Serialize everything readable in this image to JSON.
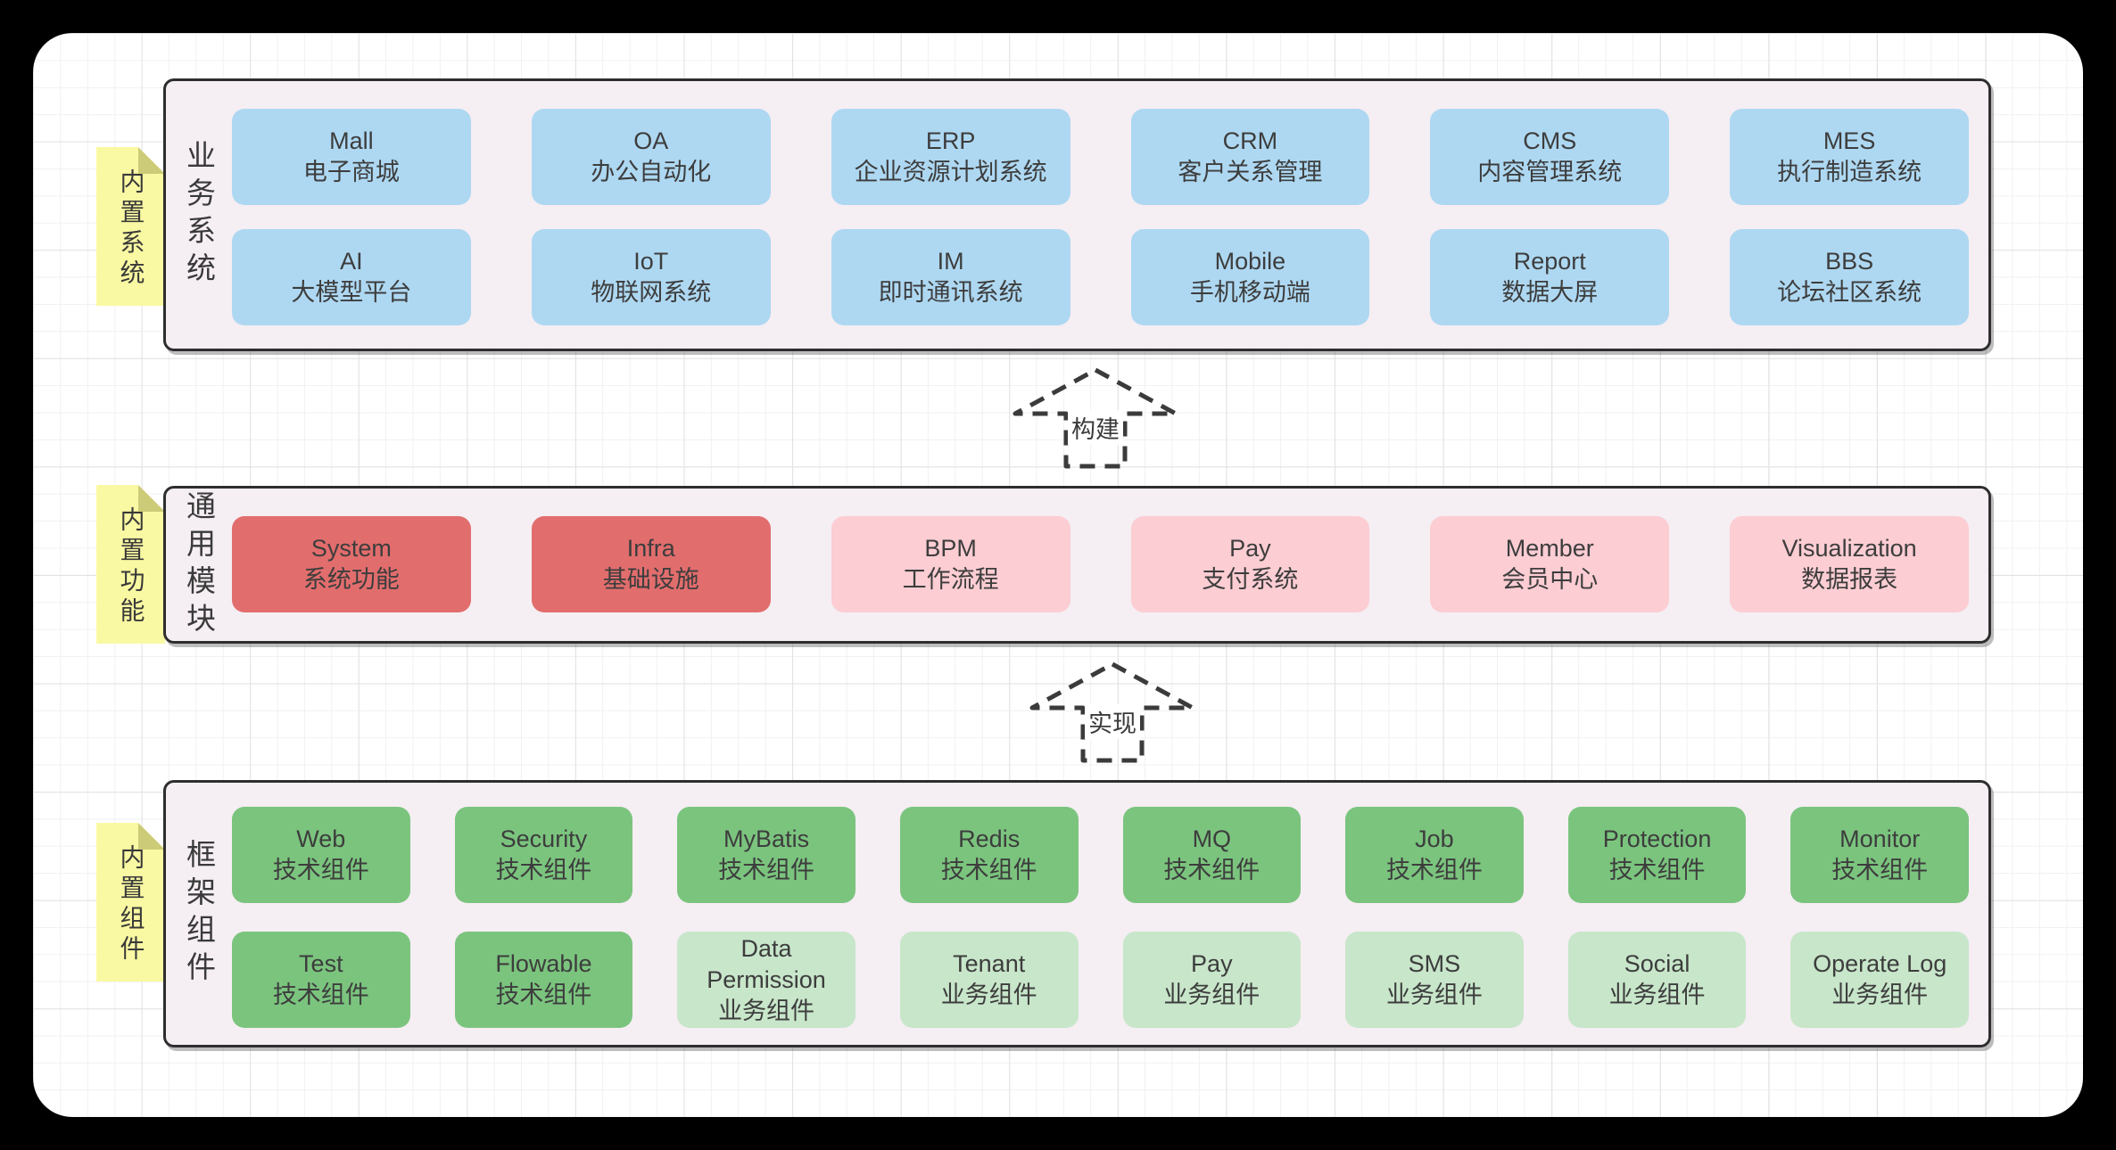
{
  "palette": {
    "blue": "#aed8f2",
    "red-dark": "#e26d6d",
    "red-light": "#fccdd3",
    "green-dark": "#7bc47e",
    "green-light": "#c8e6ca",
    "tab-yellow": "#faf9a3",
    "tab-fold": "#cccb77",
    "panel-bg": "#f5eef3",
    "panel-border": "#2e2e2e",
    "text": "#3d3d3d"
  },
  "arrows": [
    {
      "label": "构建"
    },
    {
      "label": "实现"
    }
  ],
  "sections": [
    {
      "id": "business-systems",
      "tab": "内置系统",
      "label": "业务系统",
      "columns": 6,
      "items": [
        {
          "en": "Mall",
          "zh": "电子商城",
          "variant": "blue"
        },
        {
          "en": "OA",
          "zh": "办公自动化",
          "variant": "blue"
        },
        {
          "en": "ERP",
          "zh": "企业资源计划系统",
          "variant": "blue"
        },
        {
          "en": "CRM",
          "zh": "客户关系管理",
          "variant": "blue"
        },
        {
          "en": "CMS",
          "zh": "内容管理系统",
          "variant": "blue"
        },
        {
          "en": "MES",
          "zh": "执行制造系统",
          "variant": "blue"
        },
        {
          "en": "AI",
          "zh": "大模型平台",
          "variant": "blue"
        },
        {
          "en": "IoT",
          "zh": "物联网系统",
          "variant": "blue"
        },
        {
          "en": "IM",
          "zh": "即时通讯系统",
          "variant": "blue"
        },
        {
          "en": "Mobile",
          "zh": "手机移动端",
          "variant": "blue"
        },
        {
          "en": "Report",
          "zh": "数据大屏",
          "variant": "blue"
        },
        {
          "en": "BBS",
          "zh": "论坛社区系统",
          "variant": "blue"
        }
      ]
    },
    {
      "id": "common-modules",
      "tab": "内置功能",
      "label": "通用模块",
      "columns": 6,
      "items": [
        {
          "en": "System",
          "zh": "系统功能",
          "variant": "red-dark"
        },
        {
          "en": "Infra",
          "zh": "基础设施",
          "variant": "red-dark"
        },
        {
          "en": "BPM",
          "zh": "工作流程",
          "variant": "red-light"
        },
        {
          "en": "Pay",
          "zh": "支付系统",
          "variant": "red-light"
        },
        {
          "en": "Member",
          "zh": "会员中心",
          "variant": "red-light"
        },
        {
          "en": "Visualization",
          "zh": "数据报表",
          "variant": "red-light"
        }
      ]
    },
    {
      "id": "framework-components",
      "tab": "内置组件",
      "label": "框架组件",
      "columns": 8,
      "items": [
        {
          "en": "Web",
          "zh": "技术组件",
          "variant": "green-dark"
        },
        {
          "en": "Security",
          "zh": "技术组件",
          "variant": "green-dark"
        },
        {
          "en": "MyBatis",
          "zh": "技术组件",
          "variant": "green-dark"
        },
        {
          "en": "Redis",
          "zh": "技术组件",
          "variant": "green-dark"
        },
        {
          "en": "MQ",
          "zh": "技术组件",
          "variant": "green-dark"
        },
        {
          "en": "Job",
          "zh": "技术组件",
          "variant": "green-dark"
        },
        {
          "en": "Protection",
          "zh": "技术组件",
          "variant": "green-dark"
        },
        {
          "en": "Monitor",
          "zh": "技术组件",
          "variant": "green-dark"
        },
        {
          "en": "Test",
          "zh": "技术组件",
          "variant": "green-dark"
        },
        {
          "en": "Flowable",
          "zh": "技术组件",
          "variant": "green-dark"
        },
        {
          "en": "Data Permission",
          "zh": "业务组件",
          "variant": "green-light"
        },
        {
          "en": "Tenant",
          "zh": "业务组件",
          "variant": "green-light"
        },
        {
          "en": "Pay",
          "zh": "业务组件",
          "variant": "green-light"
        },
        {
          "en": "SMS",
          "zh": "业务组件",
          "variant": "green-light"
        },
        {
          "en": "Social",
          "zh": "业务组件",
          "variant": "green-light"
        },
        {
          "en": "Operate Log",
          "zh": "业务组件",
          "variant": "green-light"
        }
      ]
    }
  ]
}
